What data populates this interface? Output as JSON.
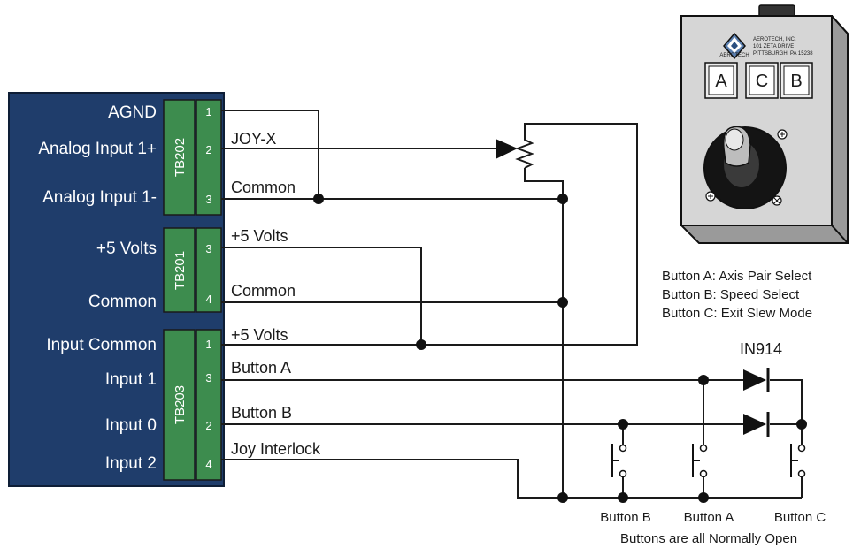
{
  "panel": {
    "labels": [
      "AGND",
      "Analog Input 1+",
      "Analog Input 1-",
      "+5 Volts",
      "Common",
      "Input Common",
      "Input 1",
      "Input 0",
      "Input 2"
    ]
  },
  "terminal_blocks": [
    {
      "name": "TB202",
      "pins": [
        "1",
        "2",
        "3"
      ]
    },
    {
      "name": "TB201",
      "pins": [
        "3",
        "4"
      ]
    },
    {
      "name": "TB203",
      "pins": [
        "1",
        "3",
        "2",
        "4"
      ]
    }
  ],
  "wires": {
    "labels": [
      "JOY-X",
      "Common",
      "+5 Volts",
      "Common",
      "+5 Volts",
      "Button A",
      "Button B",
      "Joy Interlock"
    ]
  },
  "diode_label": "IN914",
  "button_labels": [
    "Button B",
    "Button A",
    "Button C"
  ],
  "buttons_note": "Buttons are all Normally Open",
  "legend": [
    "Button A: Axis Pair Select",
    "Button B: Speed Select",
    "Button C: Exit Slew Mode"
  ],
  "joystick": {
    "logo_text": "AEROTECH",
    "address": [
      "AEROTECH, INC.",
      "101 ZETA DRIVE",
      "PITTSBURGH, PA 15238"
    ],
    "keys": [
      "A",
      "C",
      "B"
    ]
  },
  "colors": {
    "panel": "#1f3d6b",
    "terminal": "#3d8c4e",
    "wire": "#1a1a1a",
    "device": "#d6d6d6"
  }
}
